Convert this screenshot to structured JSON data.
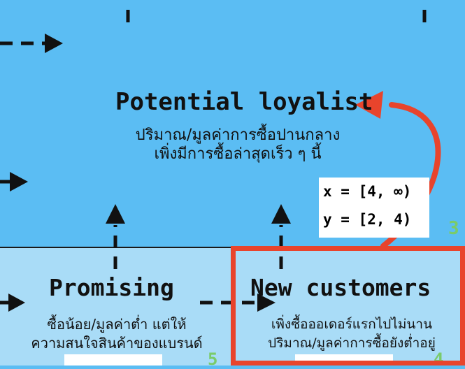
{
  "segments": {
    "potential_loyalist": {
      "title": "Potential loyalist",
      "desc_line1": "ปริมาณ/มูลค่าการซื้อปานกลาง",
      "desc_line2": "เพิ่งมีการซื้อล่าสุดเร็ว ๆ นี้",
      "coord_x": "x = [4, ∞)",
      "coord_y": "y = [2, 4)"
    },
    "promising": {
      "title": "Promising",
      "desc_line1": "ซื้อน้อย/มูลค่าต่ำ แต่ให้",
      "desc_line2": "ความสนใจสินค้าของแบรนด์"
    },
    "new_customers": {
      "title": "New customers",
      "desc_line1": "เพิ่งซื้อออเดอร์แรกไปไม่นาน",
      "desc_line2": "ปริมาณ/มูลค่าการซื้อยังต่ำอยู่"
    }
  },
  "corner_numbers": {
    "right_mid": "3",
    "bottom_left": "5",
    "bottom_right": "4"
  },
  "colors": {
    "top_zone": "#5bbdf3",
    "bottom_zone": "#a9dcf7",
    "highlight": "#e8442c",
    "arrows": "#111111"
  }
}
